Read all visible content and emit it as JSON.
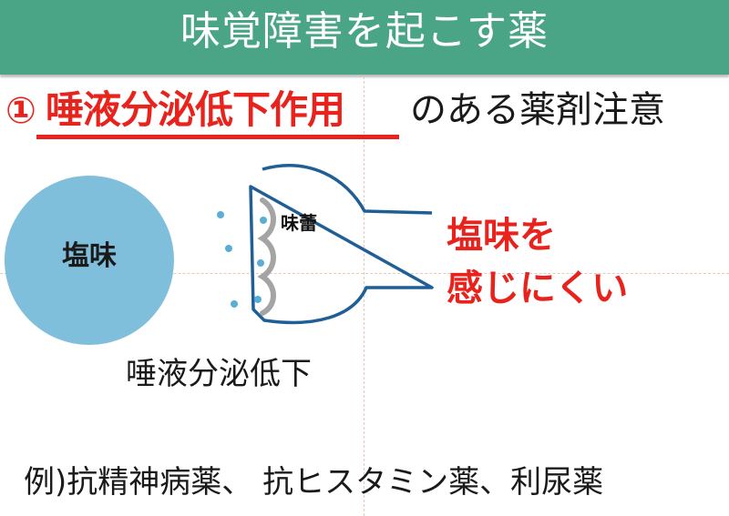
{
  "title": "味覚障害を起こす薬",
  "subtitle": {
    "number": "①",
    "emphasis": "唾液分泌低下作用",
    "rest": "のある薬剤注意"
  },
  "diagram": {
    "salt_label": "塩味",
    "taste_bud_label": "味蕾",
    "hard_to_taste": [
      "塩味を",
      "感じにくい"
    ],
    "saliva_label": "唾液分泌低下"
  },
  "example": "例)抗精神病薬、 抗ヒスタミン薬、利尿薬",
  "colors": {
    "header": "#4aa586",
    "accent_red": "#e8231d",
    "salt_circle": "#7fbfdc",
    "outline_blue": "#1f5f96",
    "saliva_dot": "#5aaed6"
  }
}
